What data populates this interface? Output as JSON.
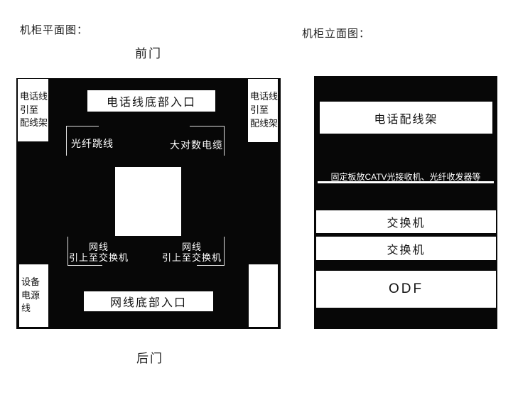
{
  "plan": {
    "title": "机柜平面图：",
    "front_door_label": "前门",
    "back_door_label": "后门",
    "corner_boxes": {
      "top_left": "电话线\n引至\n配线架",
      "top_right": "电话线\n引至\n配线架",
      "bottom_left": "设备\n电源线"
    },
    "top_entry_label": "电话线底部入口",
    "bottom_entry_label": "网线底部入口",
    "annotations": {
      "fiber_jumper": "光纤跳线",
      "big_pair_cable": "大对数电缆",
      "net_to_switch_left": "网线\n引上至交换机",
      "net_to_switch_right": "网线\n引上至交换机"
    }
  },
  "elevation": {
    "title": "机柜立面图：",
    "phone_frame_label": "电话配线架",
    "catv_note": "固定板放CATV光接收机、光纤收发器等",
    "switch_top_label": "交换机",
    "switch_bottom_label": "交换机",
    "odf_label": "ODF"
  },
  "colors": {
    "cabinet_fill": "#070707",
    "panel_fill": "#ffffff",
    "text_dark": "#1c1c1c",
    "text_light": "#ffffff",
    "bracket_line": "#e0e0e0"
  }
}
